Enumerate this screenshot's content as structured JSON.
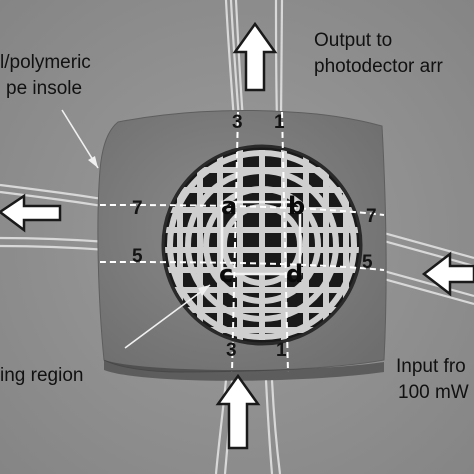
{
  "labels": {
    "insole_line1": "l/polymeric",
    "insole_line2": "pe insole",
    "output_line1": "Output to",
    "output_line2": "photodector arr",
    "sensing_region": "ing region",
    "input_line1": "Input fro",
    "input_line2": "100 mW"
  },
  "fiber_numbers": {
    "top_left": "3",
    "top_right": "1",
    "bottom_left": "3",
    "bottom_right": "1",
    "left_top": "7",
    "left_bottom": "5",
    "right_top": "7",
    "right_bottom": "5"
  },
  "corner_labels": [
    "a",
    "b",
    "c",
    "d"
  ],
  "icons": {
    "arrow_up_top": "arrow-up",
    "arrow_up_bottom": "arrow-up",
    "arrow_left": "arrow-left",
    "arrow_right_input": "arrow-left"
  }
}
